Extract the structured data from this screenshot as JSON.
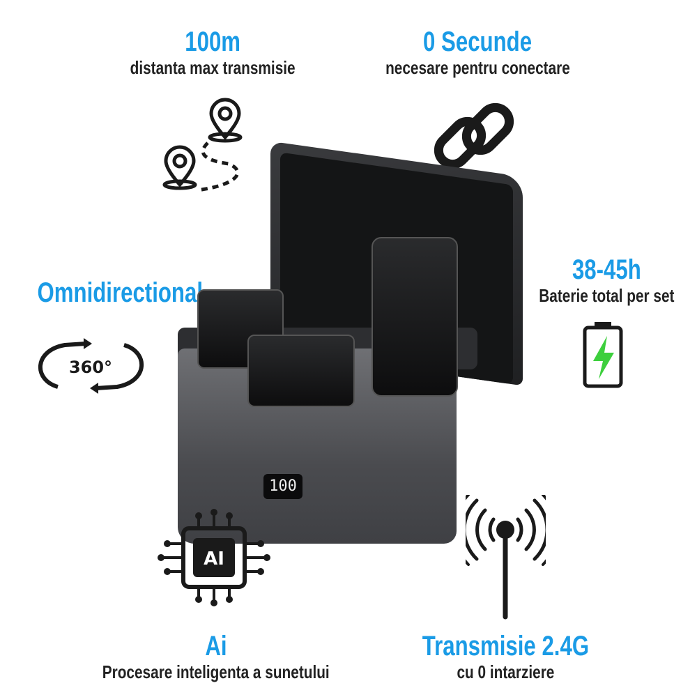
{
  "features": {
    "range": {
      "title": "100m",
      "subtitle": "distanta max transmisie",
      "icon": "map-route-icon"
    },
    "connect": {
      "title": "0 Secunde",
      "subtitle": "necesare pentru conectare",
      "icon": "chain-link-icon"
    },
    "battery": {
      "title": "38-45h",
      "subtitle": "Baterie total per set",
      "icon": "battery-charging-icon"
    },
    "omni": {
      "title": "Omnidirectional",
      "icon_label": "360°",
      "icon": "rotate-360-icon"
    },
    "ai": {
      "title": "Ai",
      "subtitle": "Procesare inteligenta a sunetului",
      "icon_label": "AI",
      "icon": "ai-chip-icon"
    },
    "transmission": {
      "title": "Transmisie 2.4G",
      "subtitle": "cu 0 intarziere",
      "icon": "antenna-signal-icon"
    }
  },
  "product": {
    "display_value": "100"
  },
  "colors": {
    "accent": "#1a9be6",
    "text": "#222222",
    "battery_green": "#3dcf3d"
  }
}
